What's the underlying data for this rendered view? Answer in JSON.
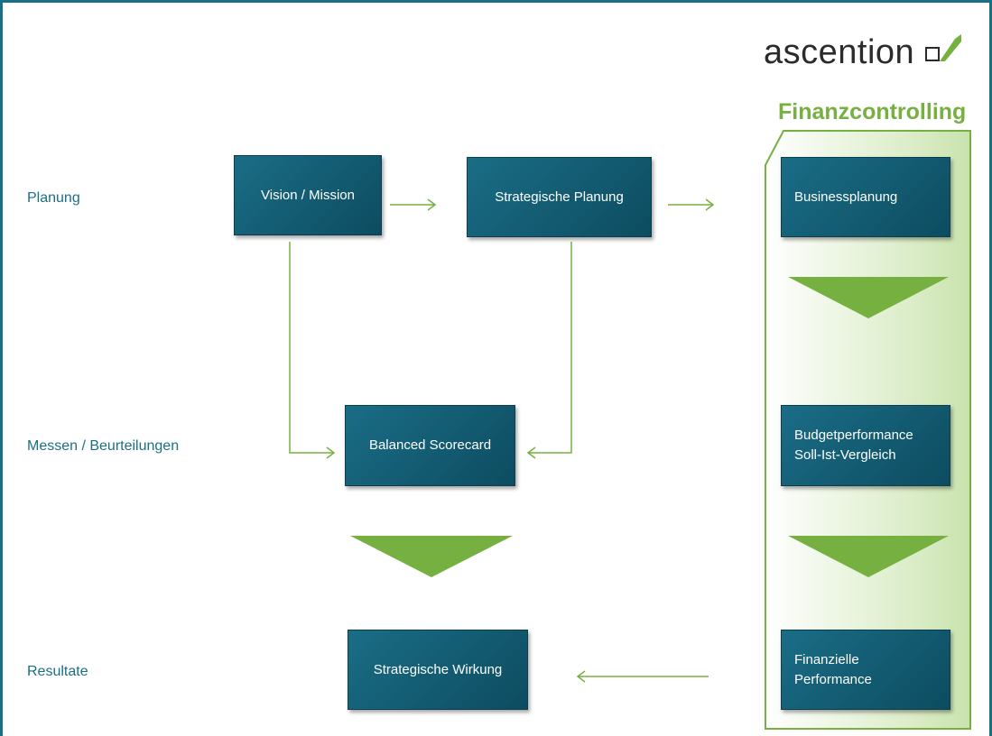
{
  "logo": {
    "text": "ascention"
  },
  "section_title": "Finanzcontrolling",
  "rows": {
    "planung": "Planung",
    "messen": "Messen / Beurteilungen",
    "resultate": "Resultate"
  },
  "boxes": {
    "vision": "Vision / Mission",
    "strategische_planung": "Strategische Planung",
    "businessplanung": "Businessplanung",
    "balanced_scorecard": "Balanced Scorecard",
    "budgetperformance": "Budgetperformance\nSoll-Ist-Vergleich",
    "strategische_wirkung": "Strategische Wirkung",
    "finanzielle_performance": "Finanzielle\nPerformance"
  },
  "colors": {
    "teal": "#1a6f86",
    "box_dark": "#0d4c60",
    "green": "#76b041",
    "panel_green": "#d8ebc4",
    "logo_dark": "#2b2b2b"
  }
}
